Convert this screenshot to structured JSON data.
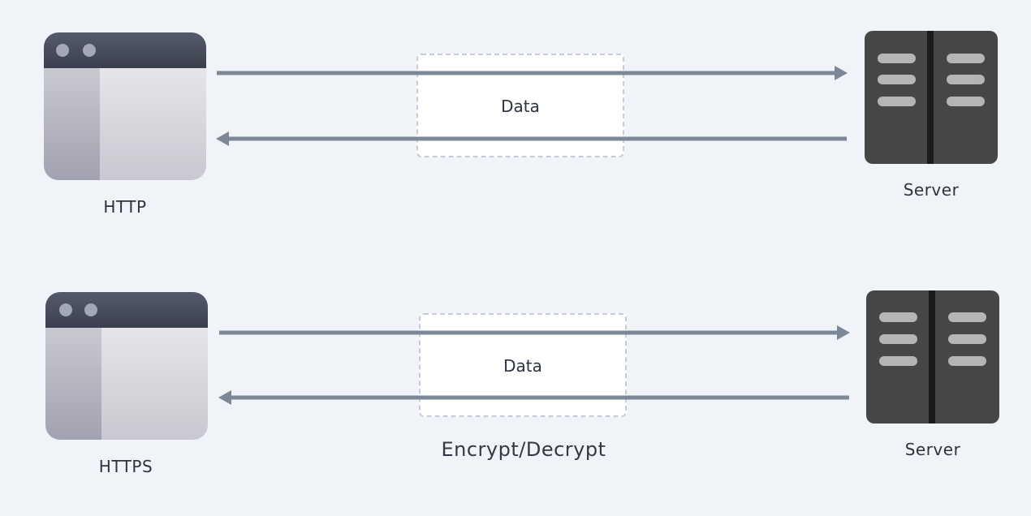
{
  "http_row": {
    "client_label": "HTTP",
    "data_label": "Data",
    "server_label": "Server"
  },
  "https_row": {
    "client_label": "HTTPS",
    "data_label": "Data",
    "server_label": "Server",
    "caption": "Encrypt/Decrypt"
  },
  "colors": {
    "background": "#f0f3f7",
    "arrow": "#7d8896",
    "server_body": "#464646",
    "server_slot": "#b5b5b5",
    "browser_titlebar": "#3b3f4d"
  },
  "icons": {
    "client": "browser-window-icon",
    "server": "server-rack-icon",
    "arrow_to_server": "arrow-right-icon",
    "arrow_to_client": "arrow-left-icon"
  }
}
